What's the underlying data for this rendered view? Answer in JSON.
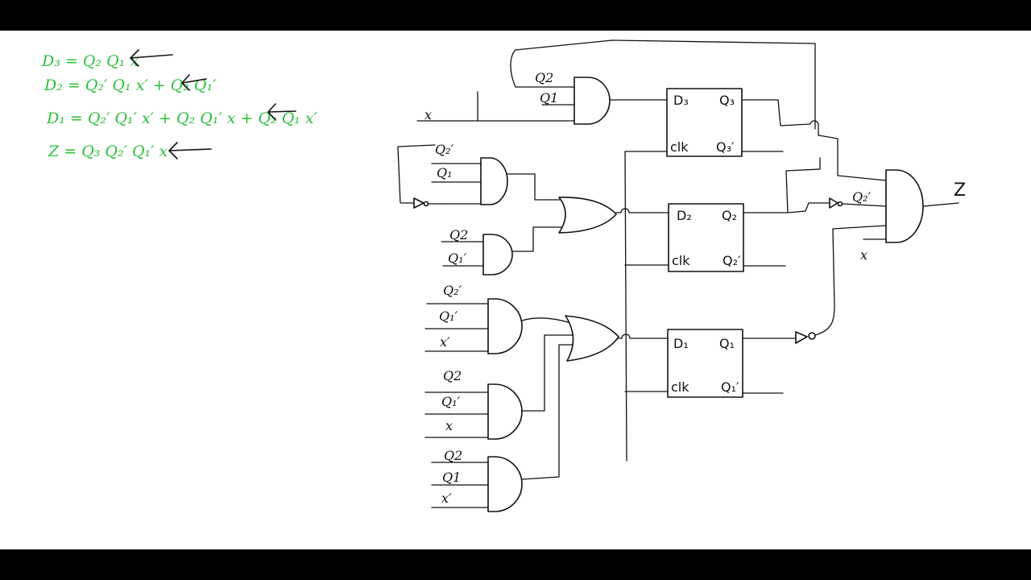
{
  "equations": [
    {
      "id": "d3",
      "text": "D₃ = Q₂ Q₁ x"
    },
    {
      "id": "d2",
      "text": "D₂ = Q₂′ Q₁ x′ + Q₂ Q₁′"
    },
    {
      "id": "d1",
      "text": "D₁ = Q₂′ Q₁′ x′ + Q₂ Q₁′ x + Q₂ Q₁ x′"
    },
    {
      "id": "z",
      "text": "Z = Q₃ Q₂′ Q₁′ x"
    }
  ],
  "flipflops": [
    {
      "id": "ff3",
      "d": "D₃",
      "q": "Q₃",
      "qbar": "Q₃′",
      "clk": "clk"
    },
    {
      "id": "ff2",
      "d": "D₂",
      "q": "Q₂",
      "qbar": "Q₂′",
      "clk": "clk"
    },
    {
      "id": "ff1",
      "d": "D₁",
      "q": "Q₁",
      "qbar": "Q₁′",
      "clk": "clk"
    }
  ],
  "inputs": {
    "and_d3": [
      "Q2",
      "Q1"
    ],
    "x_main": "x",
    "and_d2a": [
      "Q₂′",
      "Q₁"
    ],
    "and_d2b": [
      "Q2",
      "Q₁′"
    ],
    "and_d1a": [
      "Q₂′",
      "Q₁′",
      "x′"
    ],
    "and_d1b": [
      "Q2",
      "Q₁′",
      "x"
    ],
    "and_d1c": [
      "Q2",
      "Q1",
      "x′"
    ],
    "z_inv_label": "Q₂′",
    "z_x": "x"
  },
  "output": {
    "z": "Z"
  },
  "colors": {
    "equations": "#2bbf3a",
    "ink": "#111111",
    "board": "#ffffff"
  }
}
